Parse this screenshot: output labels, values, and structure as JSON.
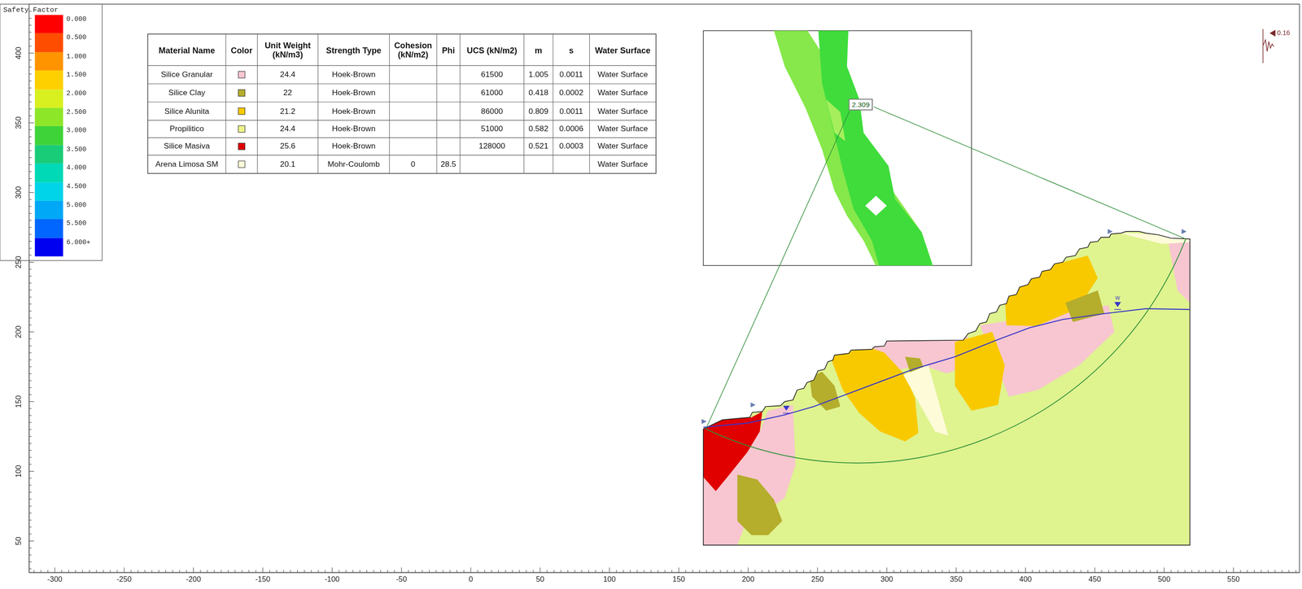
{
  "diagram": {
    "nodes": [
      {
        "text": [
          "2.309"
        ]
      }
    ],
    "labels": [
      "Safety Factor",
      "Material Name",
      "Color",
      "Unit Weight (kN/m3)",
      "Strength Type",
      "Cohesion (kN/m2)",
      "Phi",
      "UCS (kN/m2)",
      "m",
      "s",
      "Water Surface",
      "Silice Granular",
      "24.4",
      "Hoek-Brown",
      "61500",
      "1.005",
      "0.0011",
      "Water Surface",
      "Silice Clay",
      "22",
      "Hoek-Brown",
      "61000",
      "0.418",
      "0.0002",
      "Water Surface",
      "Silice Alunita",
      "21.2",
      "Hoek-Brown",
      "86000",
      "0.809",
      "0.0011",
      "Water Surface",
      "Propilitico",
      "24.4",
      "Hoek-Brown",
      "51000",
      "0.582",
      "0.0006",
      "Water Surface",
      "Silice Masiva",
      "25.6",
      "Hoek-Brown",
      "128000",
      "0.521",
      "0.0003",
      "Water Surface",
      "Arena Limosa SM",
      "20.1",
      "Mohr-Coulomb",
      "0",
      "28.5",
      "Water Surface",
      "-300",
      "-250",
      "-200",
      "-150",
      "-100",
      "-50",
      "0",
      "50",
      "100",
      "150",
      "200",
      "250",
      "300",
      "350",
      "400",
      "450",
      "500",
      "550",
      "400",
      "350",
      "300",
      "250",
      "200",
      "150",
      "100",
      "50",
      "W",
      "0.16"
    ],
    "legend": [
      {
        "text": "0.000",
        "color": "#ff0000"
      },
      {
        "text": "0.500",
        "color": "#ff4d00"
      },
      {
        "text": "1.000",
        "color": "#ff9400"
      },
      {
        "text": "1.500",
        "color": "#ffd000"
      },
      {
        "text": "2.000",
        "color": "#d8f020"
      },
      {
        "text": "2.500",
        "color": "#8ee628"
      },
      {
        "text": "3.000",
        "color": "#3fd33a"
      },
      {
        "text": "3.500",
        "color": "#19cc77"
      },
      {
        "text": "4.000",
        "color": "#00d9b5"
      },
      {
        "text": "4.500",
        "color": "#00d4e8"
      },
      {
        "text": "5.000",
        "color": "#00a8f5"
      },
      {
        "text": "5.500",
        "color": "#0066ff"
      },
      {
        "text": "6.000+",
        "color": "#0000f0"
      }
    ]
  }
}
